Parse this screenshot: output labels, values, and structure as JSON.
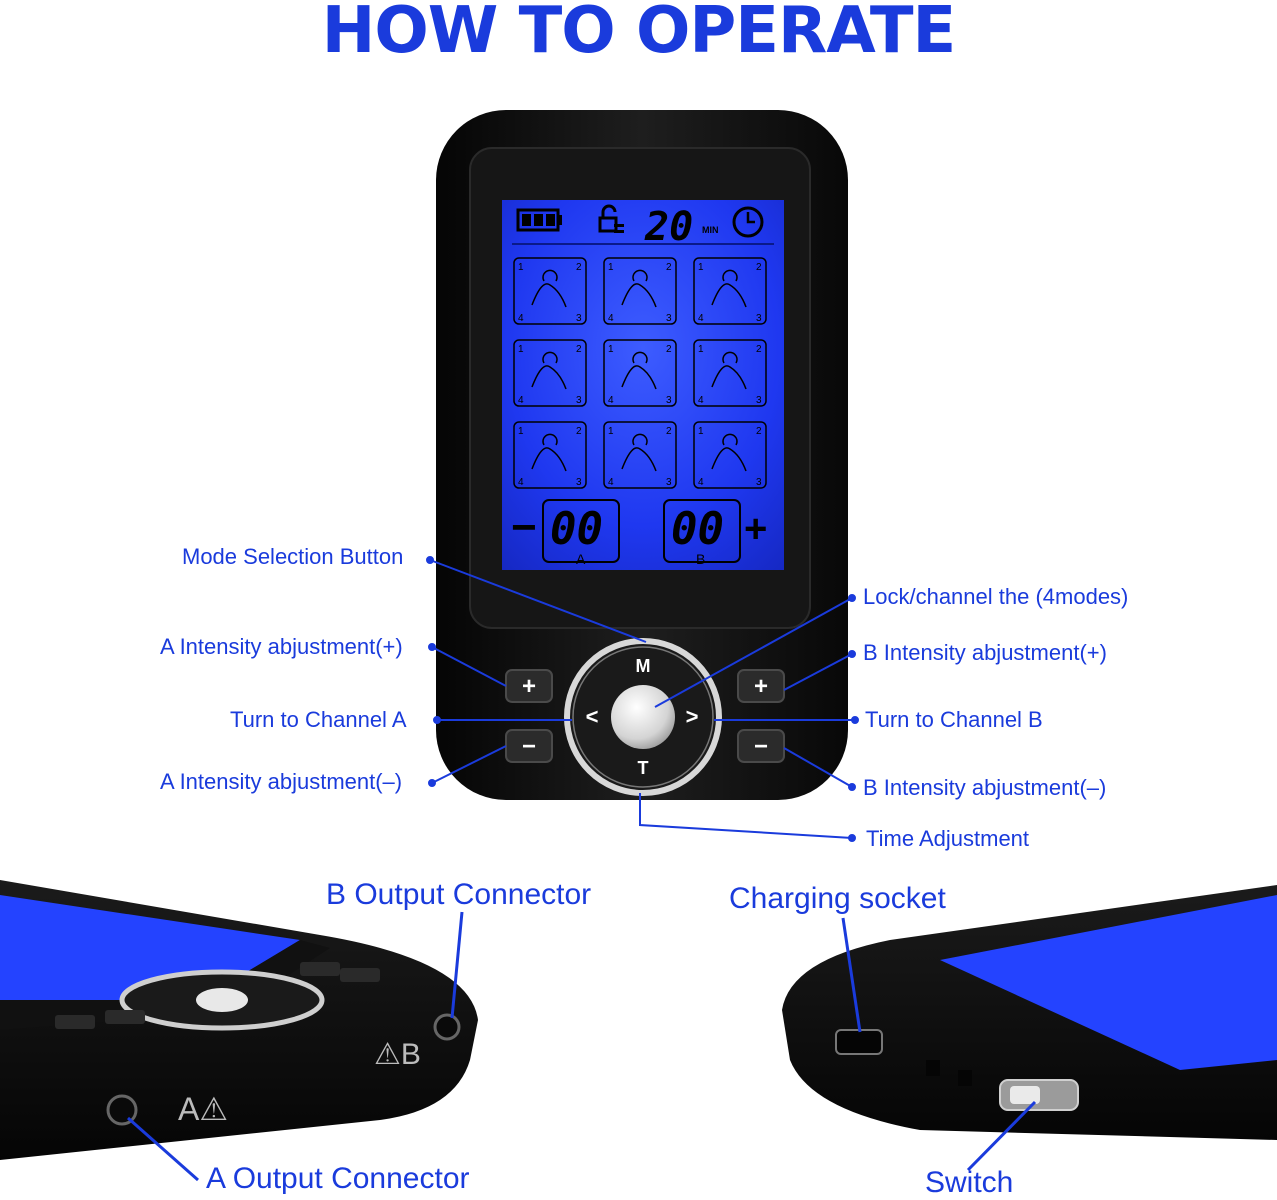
{
  "header": {
    "title": "HOW TO OPERATE"
  },
  "device": {
    "timer_value": "20",
    "timer_unit": "MIN",
    "channel_a_value": "00",
    "channel_b_value": "00",
    "channel_a_letter": "A",
    "channel_b_letter": "B",
    "minus_sign": "−",
    "plus_sign": "+",
    "mode_grid_numbers": [
      "1",
      "2",
      "4",
      "3"
    ],
    "button_m": "M",
    "button_t": "T",
    "button_left": "<",
    "button_right": ">",
    "button_plus": "+",
    "button_minus": "−"
  },
  "labels": {
    "mode_selection": "Mode Selection Button",
    "a_plus": "A Intensity abjustment(+)",
    "turn_a": "Turn to Channel A",
    "a_minus": "A Intensity abjustment(–)",
    "lock": "Lock/channel the (4modes)",
    "b_plus": "B Intensity abjustment(+)",
    "turn_b": "Turn to Channel B",
    "b_minus": "B Intensity abjustment(–)",
    "time_adj": "Time Adjustment",
    "b_output": "B Output Connector",
    "a_output": "A Output Connector",
    "charging": "Charging socket",
    "switch": "Switch"
  },
  "side_views": {
    "left_marking_a": "A⚠",
    "left_marking_b": "⚠B"
  },
  "colors": {
    "accent": "#1a3bdc",
    "lcd": "#1f3cff",
    "body": "#121212"
  }
}
